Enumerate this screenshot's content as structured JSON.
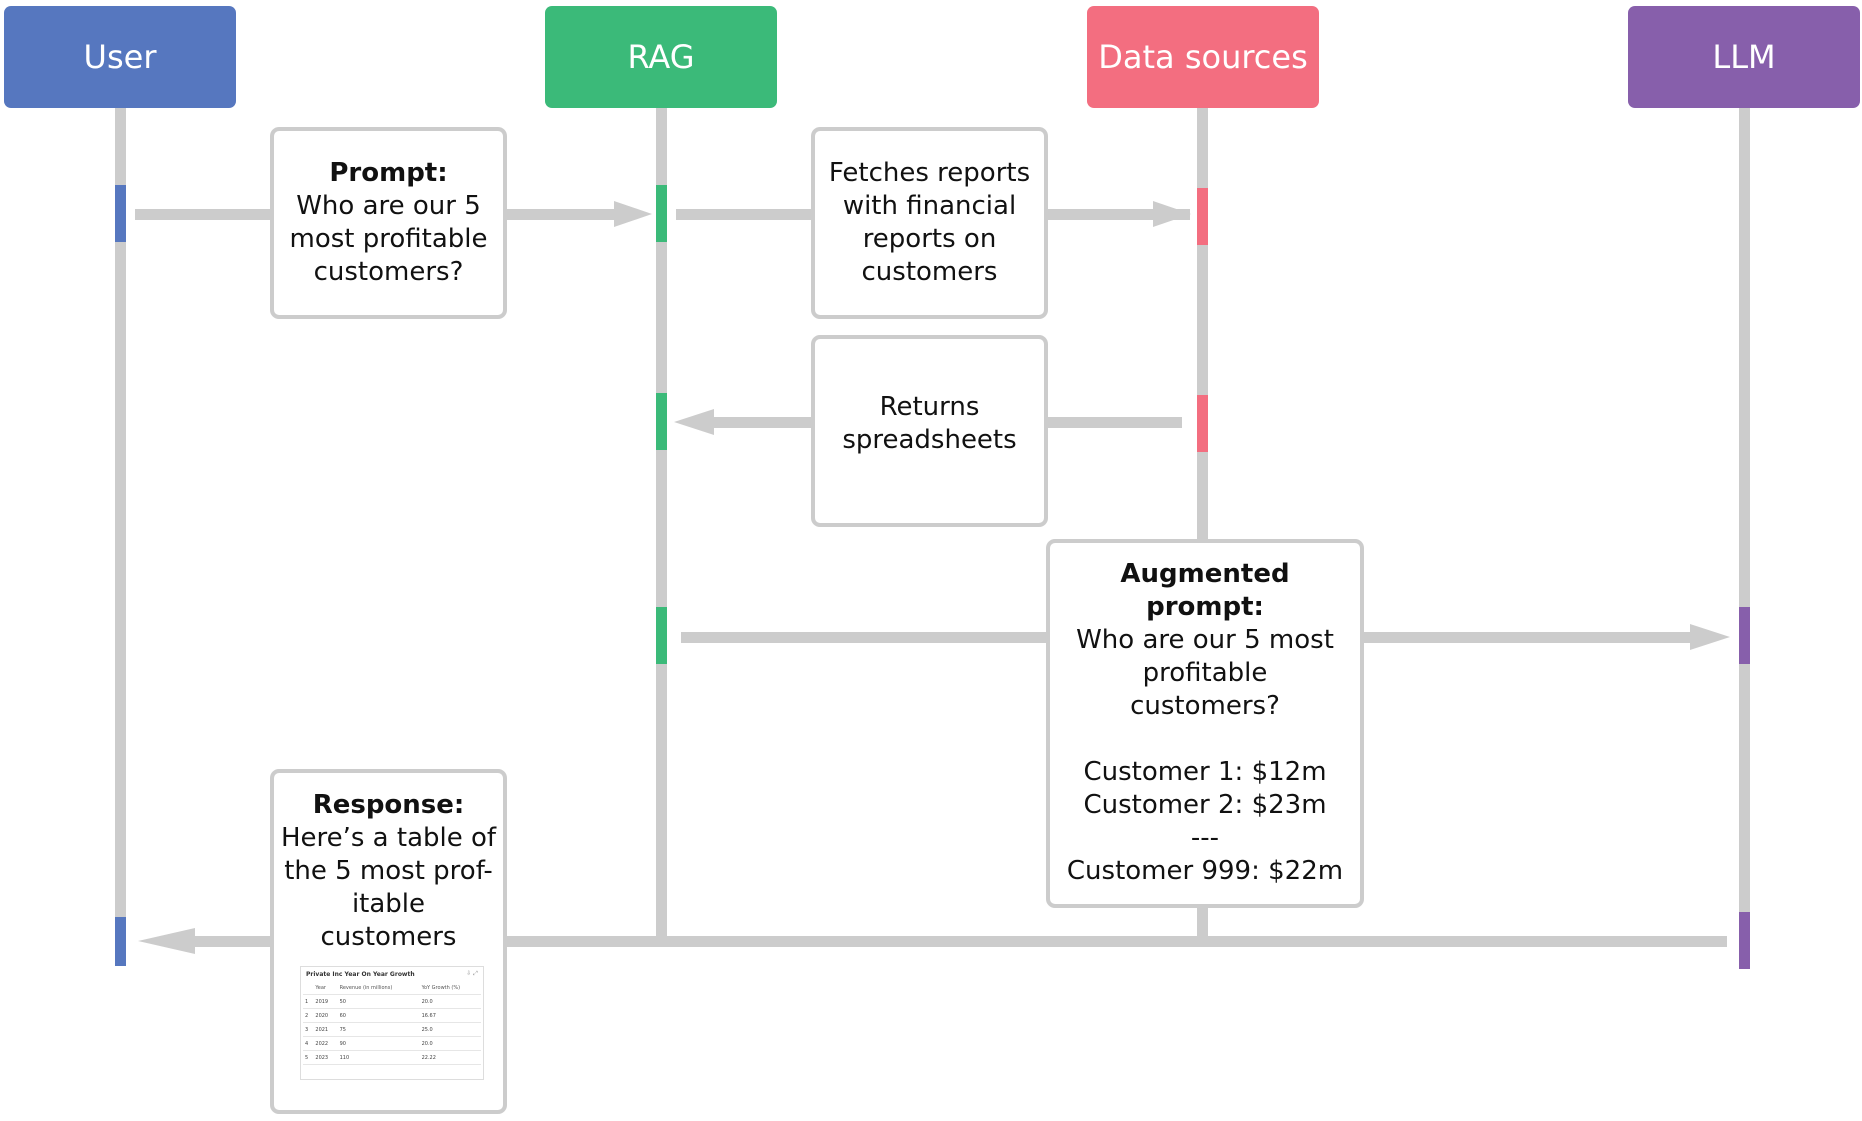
{
  "colors": {
    "user": "#5677bf",
    "rag": "#3bba79",
    "data_sources": "#f36e80",
    "llm": "#875fab",
    "line": "#cccccc"
  },
  "lanes": {
    "user": "User",
    "rag": "RAG",
    "data_sources": "Data sources",
    "llm": "LLM"
  },
  "messages": {
    "prompt": {
      "title": "Prompt:",
      "lines": [
        "Who are our 5",
        "most profitable",
        "customers?"
      ]
    },
    "fetch": {
      "lines": [
        "Fetches reports",
        "with financial",
        "reports on",
        "customers"
      ]
    },
    "returns": {
      "lines": [
        "Returns",
        "spreadsheets"
      ]
    },
    "augmented": {
      "title_lines": [
        "Augmented",
        "prompt:"
      ],
      "lines": [
        "Who are our 5 most",
        "profitable",
        "customers?"
      ],
      "data_lines": [
        "Customer 1: $12m",
        "Customer 2: $23m",
        "---",
        "Customer 999: $22m"
      ]
    },
    "response": {
      "title": "Response:",
      "lines": [
        "Here’s a table of",
        "the 5 most prof-",
        "itable",
        "customers"
      ]
    }
  },
  "response_table": {
    "title": "Private Inc Year On Year Growth",
    "icons": "⇩ ⤢",
    "headers": [
      "",
      "Year",
      "Revenue (in millions)",
      "YoY Growth (%)"
    ],
    "rows": [
      [
        "1",
        "2019",
        "50",
        "20.0"
      ],
      [
        "2",
        "2020",
        "60",
        "16.67"
      ],
      [
        "3",
        "2021",
        "75",
        "25.0"
      ],
      [
        "4",
        "2022",
        "90",
        "20.0"
      ],
      [
        "5",
        "2023",
        "110",
        "22.22"
      ]
    ]
  }
}
